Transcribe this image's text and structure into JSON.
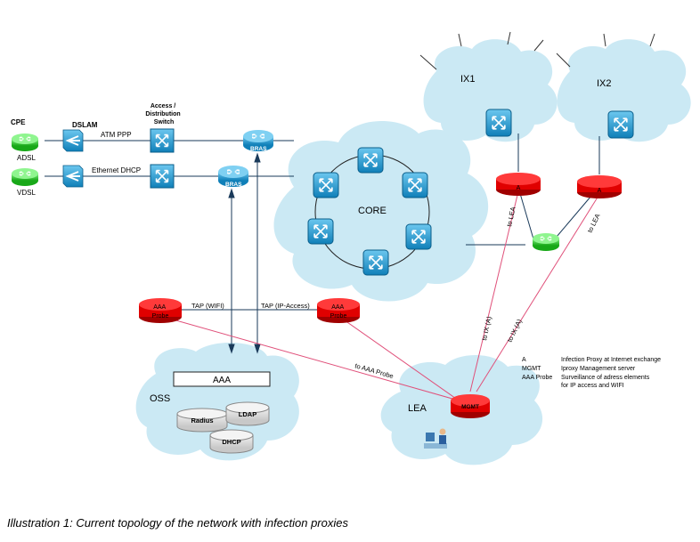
{
  "clouds": {
    "core": "CORE",
    "ix1": "IX1",
    "ix2": "IX2",
    "oss": "OSS",
    "lea": "LEA"
  },
  "labels": {
    "cpe": "CPE",
    "adsl": "ADSL",
    "vdsl": "VDSL",
    "dslam": "DSLAM",
    "access_switch": [
      "Access /",
      "Distribution",
      "Switch"
    ],
    "atm_ppp": "ATM PPP",
    "ethernet_dhcp": "Ethernet DHCP",
    "bras": "BRAS",
    "tap_wifi": "TAP (WIFI)",
    "tap_ip_access": "TAP (IP-Access)",
    "aaa_probe_top": "AAA",
    "aaa_probe_bottom": "Probe",
    "aaa": "AAA",
    "radius": "Radius",
    "ldap": "LDAP",
    "dhcp": "DHCP",
    "proxy_a": "A",
    "mgmt": "MGMT",
    "to_lea": "to LEA",
    "to_ix_a": "to IX (A)",
    "to_aaa_probe": "to AAA Probe"
  },
  "legend": [
    {
      "key": "A",
      "desc": [
        "Infection Proxy at Internet exchange"
      ]
    },
    {
      "key": "MGMT",
      "desc": [
        "Iproxy Management server"
      ]
    },
    {
      "key": "AAA Probe",
      "desc": [
        "Surveillance of adress elements",
        "for IP access and WIFI"
      ]
    }
  ],
  "caption": "Illustration 1: Current topology of the network with infection proxies",
  "colors": {
    "cloud": "#cbe9f4",
    "router_blue": "#1b90c8",
    "router_green": "#25c525",
    "red": "#e00000",
    "pink_line": "#e0507a",
    "line": "#1a3a5a"
  },
  "icons": [
    "router-icon",
    "switch-icon",
    "dslam-icon",
    "database-icon",
    "operator-icon"
  ]
}
